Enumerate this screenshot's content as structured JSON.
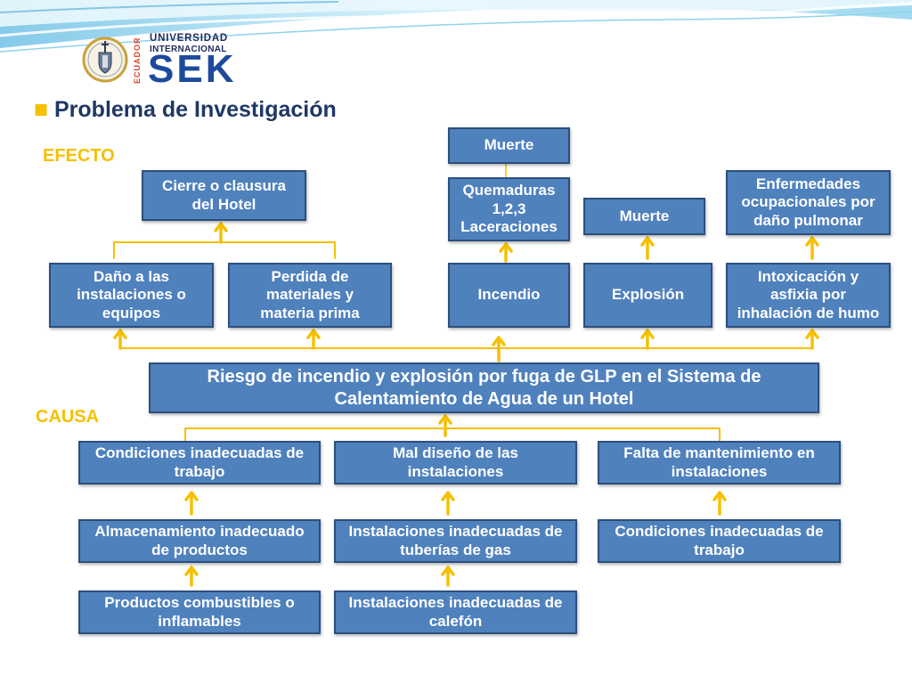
{
  "colors": {
    "box_fill": "#4f81bd",
    "box_border": "#2c4f7c",
    "box_text": "#ffffff",
    "accent": "#f5c000",
    "title": "#1f3864",
    "logo_blue": "#1d4a9c",
    "logo_navy": "#1f2a5a",
    "logo_red": "#d9432a"
  },
  "logo": {
    "line1": "UNIVERSIDAD",
    "line2": "INTERNACIONAL",
    "brand": "SEK",
    "country": "ECUADOR"
  },
  "title": {
    "bullet": "■",
    "text": "Problema de Investigación"
  },
  "section_labels": {
    "effect": "EFECTO",
    "cause": "CAUSA"
  },
  "effects": {
    "level3": {
      "muerte_incendio": "Muerte"
    },
    "level2": {
      "cierre": "Cierre o clausura\ndel Hotel",
      "quemaduras": "Quemaduras\n1,2,3\nLaceraciones",
      "muerte_explosion": "Muerte",
      "enfermedades": "Enfermedades\nocupacionales por\ndaño pulmonar"
    },
    "level1": {
      "danio": "Daño a las\ninstalaciones o\nequipos",
      "perdida": "Perdida de\nmateriales y\nmateria prima",
      "incendio": "Incendio",
      "explosion": "Explosión",
      "intoxicacion": "Intoxicación y\nasfixia por\ninhalación de humo"
    }
  },
  "central_problem": "Riesgo de incendio y explosión por fuga de GLP en el Sistema de\nCalentamiento de Agua de un Hotel",
  "causes": {
    "level1": [
      "Condiciones inadecuadas de\ntrabajo",
      "Mal diseño de las\ninstalaciones",
      "Falta de mantenimiento en\ninstalaciones"
    ],
    "level2": [
      "Almacenamiento inadecuado\nde productos",
      "Instalaciones inadecuadas de\ntuberías de gas",
      "Condiciones inadecuadas de\ntrabajo"
    ],
    "level3": [
      "Productos combustibles o\ninflamables",
      "Instalaciones inadecuadas de\ncalefón"
    ]
  }
}
